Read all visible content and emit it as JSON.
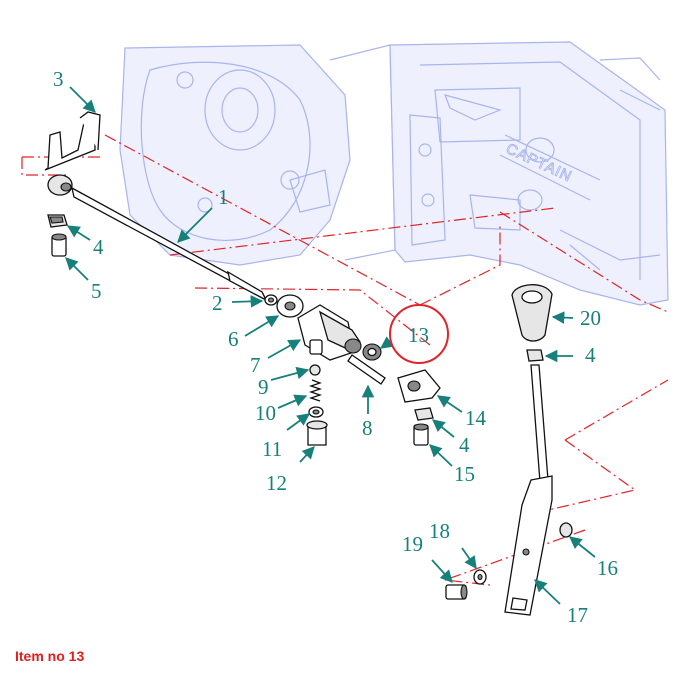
{
  "labels": {
    "n1": "1",
    "n2": "2",
    "n3": "3",
    "n4a": "4",
    "n4b": "4",
    "n4c": "4",
    "n5": "5",
    "n6": "6",
    "n7": "7",
    "n8": "8",
    "n9": "9",
    "n10": "10",
    "n11": "11",
    "n12": "12",
    "n13": "13",
    "n14": "14",
    "n15": "15",
    "n16": "16",
    "n17": "17",
    "n18": "18",
    "n19": "19",
    "n20": "20"
  },
  "brand_text": "CAPTAIN",
  "caption": "Item no 13",
  "colors": {
    "callout": "#17807a",
    "centerline": "#e0242a",
    "background_drawing": "#a9b4ee",
    "highlight": "#e0242a"
  },
  "highlighted_item": "13"
}
